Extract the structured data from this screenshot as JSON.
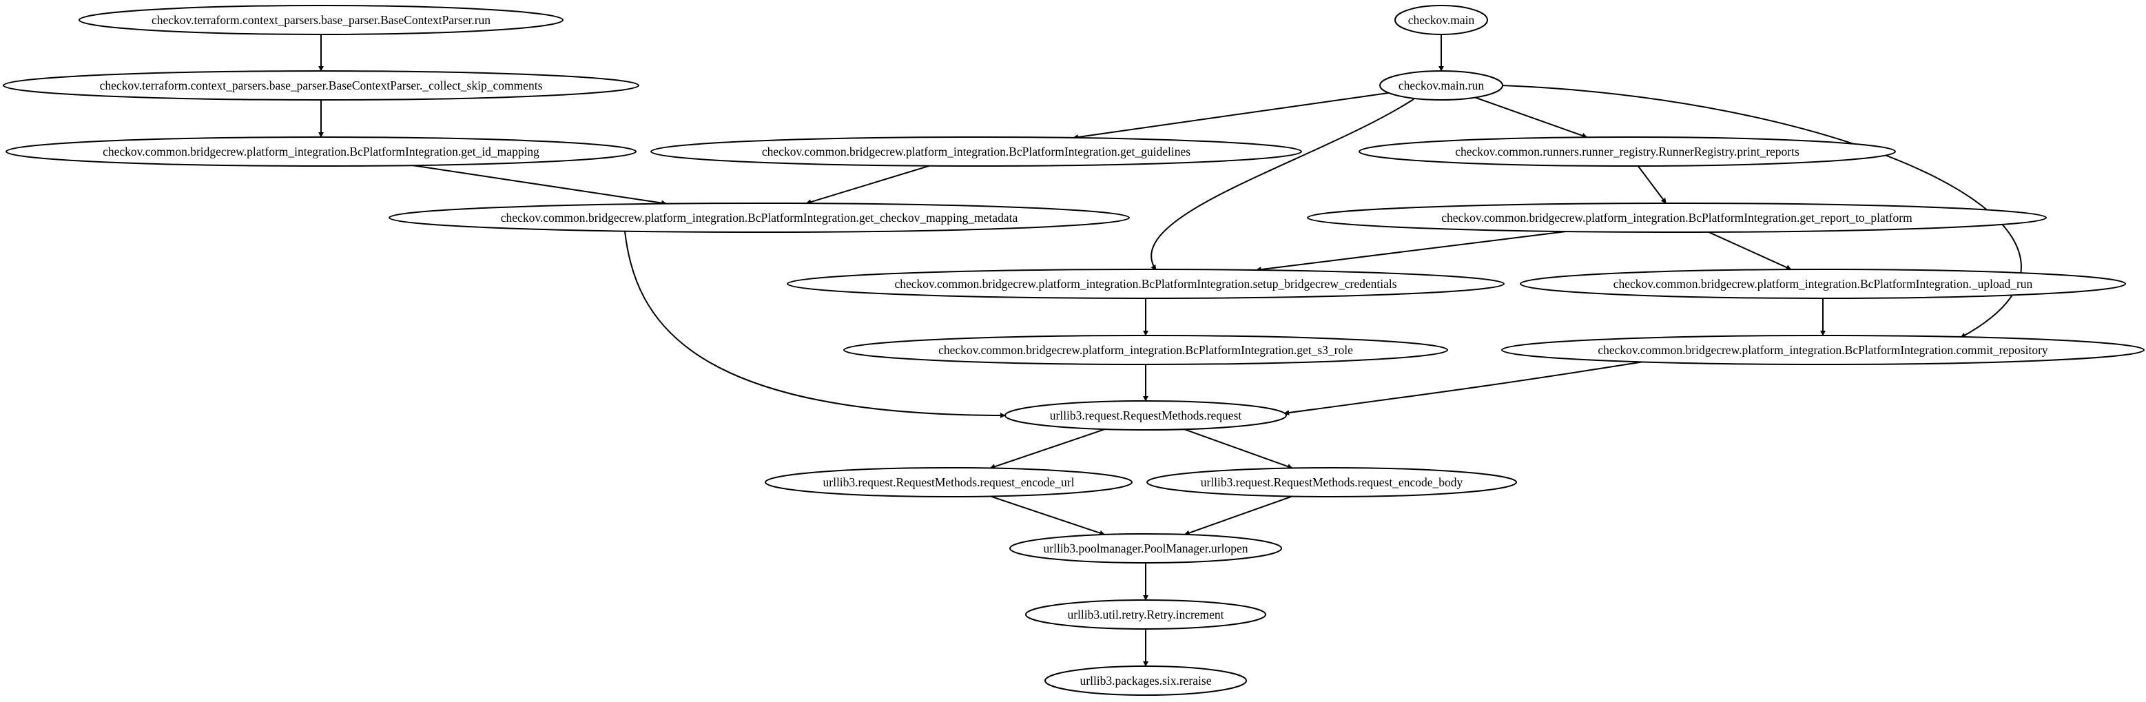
{
  "graph": {
    "nodes": [
      {
        "id": "n_base_run",
        "label": "checkov.terraform.context_parsers.base_parser.BaseContextParser.run"
      },
      {
        "id": "n_collect_skip",
        "label": "checkov.terraform.context_parsers.base_parser.BaseContextParser._collect_skip_comments"
      },
      {
        "id": "n_get_id_mapping",
        "label": "checkov.common.bridgecrew.platform_integration.BcPlatformIntegration.get_id_mapping"
      },
      {
        "id": "n_get_guidelines",
        "label": "checkov.common.bridgecrew.platform_integration.BcPlatformIntegration.get_guidelines"
      },
      {
        "id": "n_mapping_metadata",
        "label": "checkov.common.bridgecrew.platform_integration.BcPlatformIntegration.get_checkov_mapping_metadata"
      },
      {
        "id": "n_main",
        "label": "checkov.main"
      },
      {
        "id": "n_main_run",
        "label": "checkov.main.run"
      },
      {
        "id": "n_print_reports",
        "label": "checkov.common.runners.runner_registry.RunnerRegistry.print_reports"
      },
      {
        "id": "n_report_to_platform",
        "label": "checkov.common.bridgecrew.platform_integration.BcPlatformIntegration.get_report_to_platform"
      },
      {
        "id": "n_setup_creds",
        "label": "checkov.common.bridgecrew.platform_integration.BcPlatformIntegration.setup_bridgecrew_credentials"
      },
      {
        "id": "n_upload_run",
        "label": "checkov.common.bridgecrew.platform_integration.BcPlatformIntegration._upload_run"
      },
      {
        "id": "n_s3_role",
        "label": "checkov.common.bridgecrew.platform_integration.BcPlatformIntegration.get_s3_role"
      },
      {
        "id": "n_commit_repo",
        "label": "checkov.common.bridgecrew.platform_integration.BcPlatformIntegration.commit_repository"
      },
      {
        "id": "n_request",
        "label": "urllib3.request.RequestMethods.request"
      },
      {
        "id": "n_encode_url",
        "label": "urllib3.request.RequestMethods.request_encode_url"
      },
      {
        "id": "n_encode_body",
        "label": "urllib3.request.RequestMethods.request_encode_body"
      },
      {
        "id": "n_urlopen",
        "label": "urllib3.poolmanager.PoolManager.urlopen"
      },
      {
        "id": "n_increment",
        "label": "urllib3.util.retry.Retry.increment"
      },
      {
        "id": "n_reraise",
        "label": "urllib3.packages.six.reraise"
      }
    ],
    "edges": [
      {
        "from": "n_base_run",
        "to": "n_collect_skip"
      },
      {
        "from": "n_collect_skip",
        "to": "n_get_id_mapping"
      },
      {
        "from": "n_get_id_mapping",
        "to": "n_mapping_metadata"
      },
      {
        "from": "n_get_guidelines",
        "to": "n_mapping_metadata"
      },
      {
        "from": "n_mapping_metadata",
        "to": "n_request"
      },
      {
        "from": "n_main",
        "to": "n_main_run"
      },
      {
        "from": "n_main_run",
        "to": "n_get_guidelines"
      },
      {
        "from": "n_main_run",
        "to": "n_print_reports"
      },
      {
        "from": "n_main_run",
        "to": "n_setup_creds"
      },
      {
        "from": "n_main_run",
        "to": "n_commit_repo"
      },
      {
        "from": "n_print_reports",
        "to": "n_report_to_platform"
      },
      {
        "from": "n_report_to_platform",
        "to": "n_setup_creds"
      },
      {
        "from": "n_report_to_platform",
        "to": "n_upload_run"
      },
      {
        "from": "n_setup_creds",
        "to": "n_s3_role"
      },
      {
        "from": "n_s3_role",
        "to": "n_request"
      },
      {
        "from": "n_upload_run",
        "to": "n_commit_repo"
      },
      {
        "from": "n_commit_repo",
        "to": "n_request"
      },
      {
        "from": "n_request",
        "to": "n_encode_url"
      },
      {
        "from": "n_request",
        "to": "n_encode_body"
      },
      {
        "from": "n_encode_url",
        "to": "n_urlopen"
      },
      {
        "from": "n_encode_body",
        "to": "n_urlopen"
      },
      {
        "from": "n_urlopen",
        "to": "n_increment"
      },
      {
        "from": "n_increment",
        "to": "n_reraise"
      }
    ]
  }
}
